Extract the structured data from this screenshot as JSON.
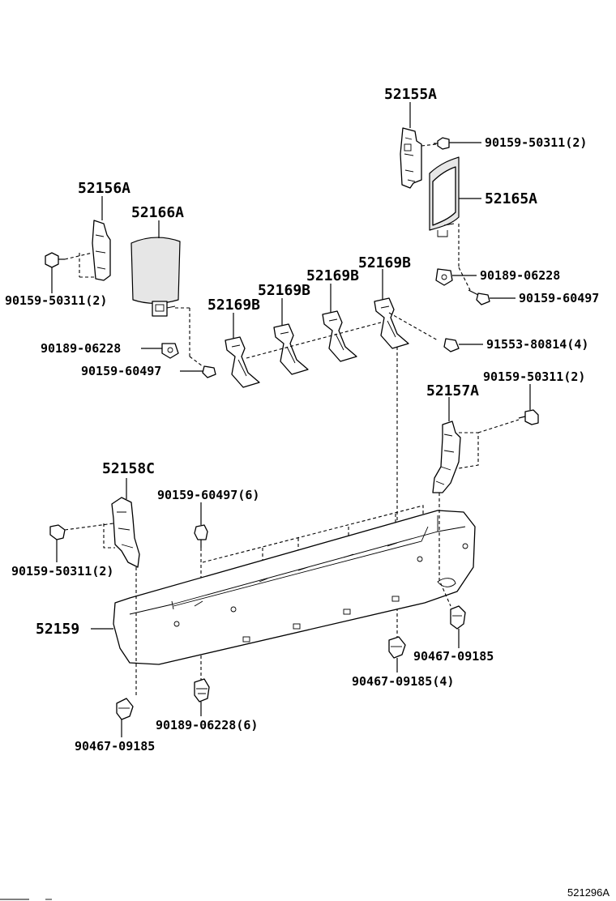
{
  "labels": {
    "p52155A": "52155A",
    "p52156A": "52156A",
    "p52166A": "52166A",
    "p52165A": "52165A",
    "p52169B_1": "52169B",
    "p52169B_2": "52169B",
    "p52169B_3": "52169B",
    "p52169B_4": "52169B",
    "p52157A": "52157A",
    "p52158C": "52158C",
    "p52159": "52159",
    "b_50311_tr": "90159-50311(2)",
    "b_50311_l": "90159-50311(2)",
    "b_50311_r": "90159-50311(2)",
    "b_50311_bl": "90159-50311(2)",
    "c_06228_r": "90189-06228",
    "c_06228_l": "90189-06228",
    "s_60497_r": "90159-60497",
    "s_60497_l": "90159-60497",
    "s_80814": "91553-80814(4)",
    "s_60497_6": "90159-60497(6)",
    "c_06228_6": "90189-06228(6)",
    "r_09185_r": "90467-09185",
    "r_09185_4": "90467-09185(4)",
    "r_09185_bl": "90467-09185",
    "ref_code": "521296A"
  }
}
